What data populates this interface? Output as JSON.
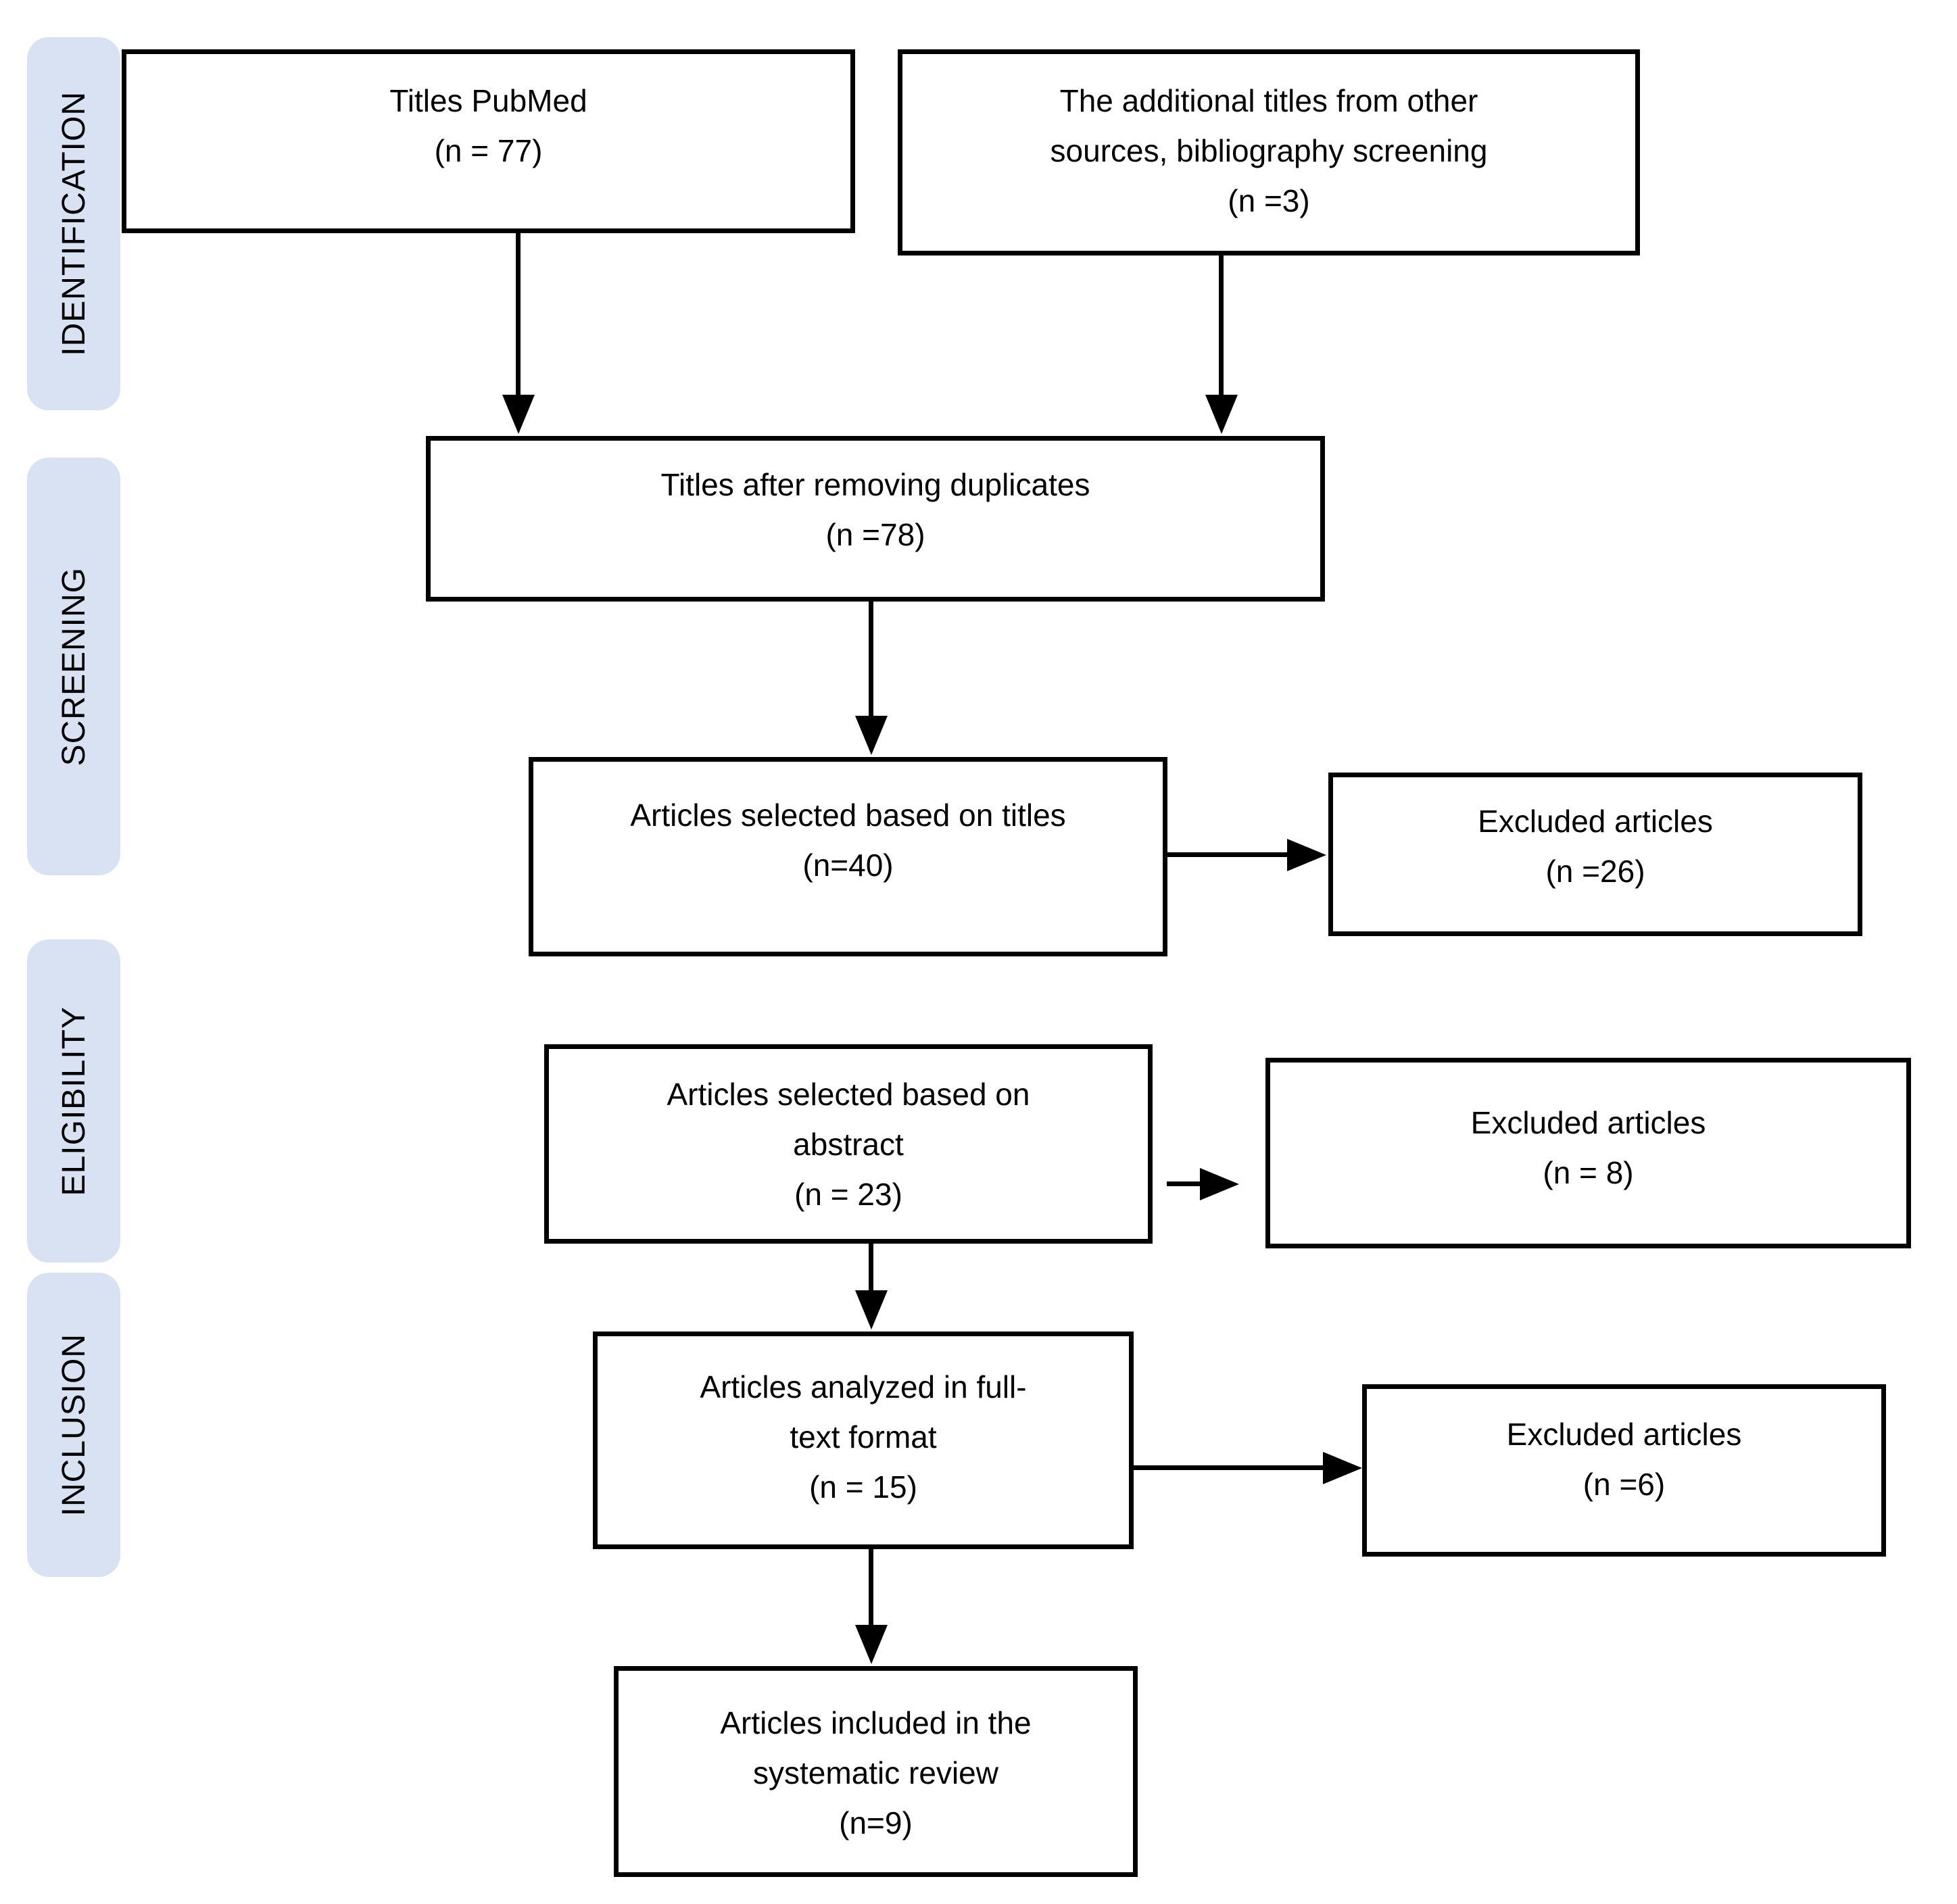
{
  "diagram": {
    "type": "prisma-flow",
    "background": "#ffffff",
    "box_border_color": "#000000",
    "arrow_color": "#000000"
  },
  "sidebar": {
    "fill": "#d9e2f3",
    "labels": [
      {
        "id": "identification",
        "text": "IDENTIFICATION"
      },
      {
        "id": "screening",
        "text": "SCREENING"
      },
      {
        "id": "eligibility",
        "text": "ELIGIBILITY"
      },
      {
        "id": "inclusion",
        "text": "INCLUSION"
      }
    ]
  },
  "flowchart": {
    "boxes": [
      {
        "id": "titles-pubmed",
        "lines": [
          "Titles PubMed",
          "(n = 77)"
        ]
      },
      {
        "id": "additional-titles",
        "lines": [
          "The additional titles from other",
          "sources, bibliography screening",
          "(n =3)"
        ]
      },
      {
        "id": "after-duplicates",
        "lines": [
          "Titles after removing duplicates",
          "(n =78)"
        ]
      },
      {
        "id": "selected-titles",
        "lines": [
          "Articles selected based on titles",
          "(n=40)"
        ]
      },
      {
        "id": "excluded-titles",
        "lines": [
          "Excluded articles",
          "(n =26)"
        ]
      },
      {
        "id": "selected-abstract",
        "lines": [
          "Articles selected based on",
          "abstract",
          "(n = 23)"
        ]
      },
      {
        "id": "excluded-abstract",
        "lines": [
          "Excluded articles",
          "(n = 8)"
        ]
      },
      {
        "id": "fulltext-analyzed",
        "lines": [
          "Articles analyzed in full-",
          "text format",
          "(n = 15)"
        ]
      },
      {
        "id": "excluded-fulltext",
        "lines": [
          "Excluded articles",
          "(n =6)"
        ]
      },
      {
        "id": "included-review",
        "lines": [
          "Articles included in the",
          "systematic review",
          "(n=9)"
        ]
      }
    ],
    "edges": [
      {
        "from": "titles-pubmed",
        "to": "after-duplicates"
      },
      {
        "from": "additional-titles",
        "to": "after-duplicates"
      },
      {
        "from": "after-duplicates",
        "to": "selected-titles"
      },
      {
        "from": "selected-titles",
        "to": "excluded-titles"
      },
      {
        "from": "selected-abstract",
        "to": "excluded-abstract"
      },
      {
        "from": "selected-abstract",
        "to": "fulltext-analyzed"
      },
      {
        "from": "fulltext-analyzed",
        "to": "excluded-fulltext"
      },
      {
        "from": "fulltext-analyzed",
        "to": "included-review"
      }
    ]
  }
}
